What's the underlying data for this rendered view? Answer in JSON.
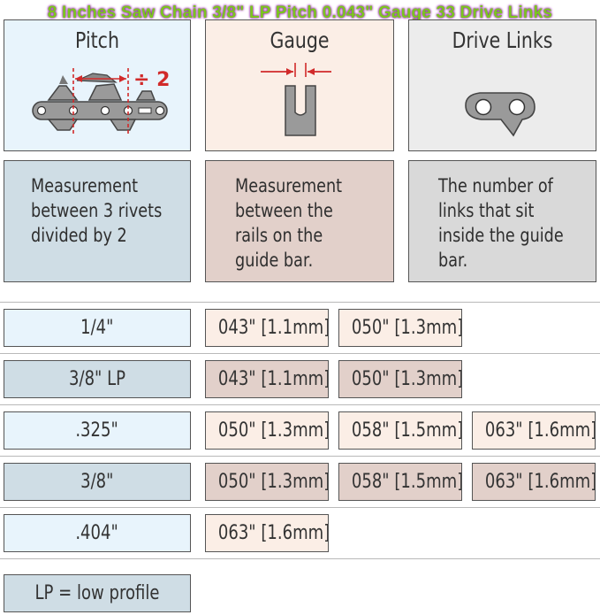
{
  "title": "8 Inches Saw Chain 3/8\" LP Pitch 0.043\" Gauge 33 Drive Links",
  "headers": [
    {
      "label": "Pitch",
      "annotation": "÷ 2"
    },
    {
      "label": "Gauge"
    },
    {
      "label": "Drive Links"
    }
  ],
  "descriptions": [
    {
      "lines": [
        "Measurement",
        "between 3 rivets",
        "divided by 2"
      ]
    },
    {
      "lines": [
        "Measurement",
        "between the",
        "rails on the",
        "guide bar."
      ]
    },
    {
      "lines": [
        "The number of",
        "links that sit",
        "inside the guide",
        "bar."
      ]
    }
  ],
  "rows": [
    {
      "pitch": "1/4\"",
      "gauges": [
        "043\" [1.1mm]",
        "050\" [1.3mm]"
      ]
    },
    {
      "pitch": "3/8\" LP",
      "gauges": [
        "043\" [1.1mm]",
        "050\" [1.3mm]"
      ]
    },
    {
      "pitch": ".325\"",
      "gauges": [
        "050\" [1.3mm]",
        "058\" [1.5mm]",
        "063\" [1.6mm]"
      ]
    },
    {
      "pitch": "3/8\"",
      "gauges": [
        "050\" [1.3mm]",
        "058\" [1.5mm]",
        "063\" [1.6mm]"
      ]
    },
    {
      "pitch": ".404\"",
      "gauges": [
        "063\" [1.6mm]"
      ]
    }
  ],
  "legend": "LP = low profile",
  "colors": {
    "title_text": "#7cc51f",
    "pitch_header_bg": "#e8f4fc",
    "gauge_header_bg": "#fbeee6",
    "drive_header_bg": "#ececec",
    "pitch_desc_bg": "#cfdde5",
    "gauge_desc_bg": "#e2d0ca",
    "drive_desc_bg": "#d9d9d9",
    "measure_red": "#d12a2a"
  }
}
